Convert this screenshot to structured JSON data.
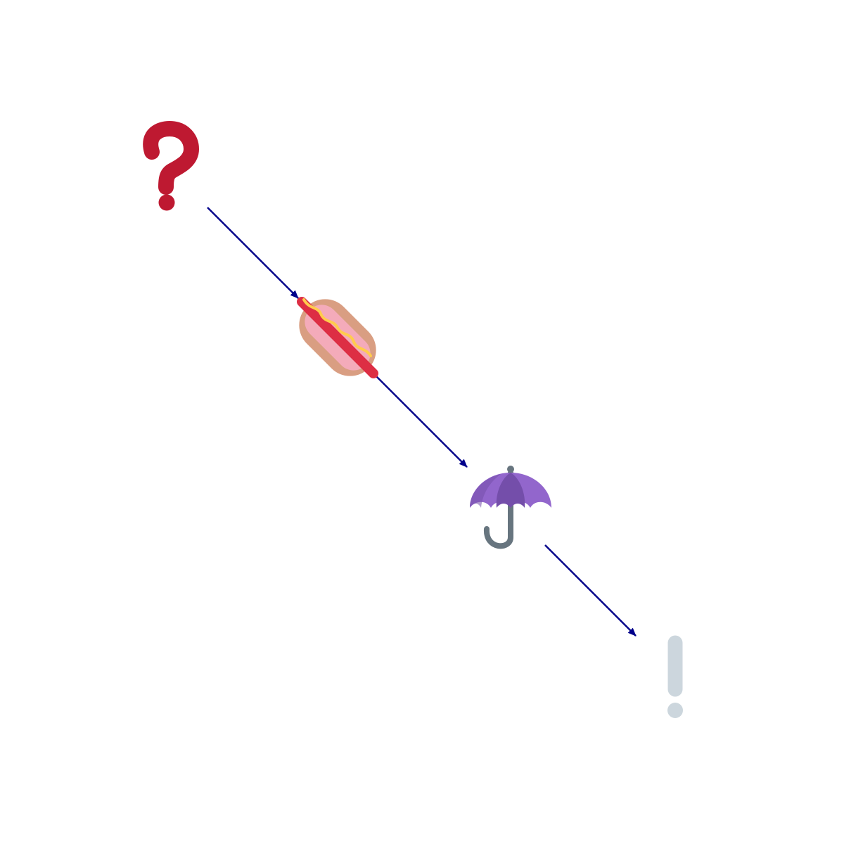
{
  "diagram": {
    "nodes": [
      {
        "id": "question",
        "icon": "red-question-mark-icon"
      },
      {
        "id": "hotdog",
        "icon": "hot-dog-icon"
      },
      {
        "id": "umbrella",
        "icon": "umbrella-icon"
      },
      {
        "id": "exclamation",
        "icon": "white-exclamation-mark-icon"
      }
    ],
    "edges": [
      {
        "from": "question",
        "to": "hotdog"
      },
      {
        "from": "hotdog",
        "to": "umbrella"
      },
      {
        "from": "umbrella",
        "to": "exclamation"
      }
    ]
  },
  "colors": {
    "background": "#ffffff",
    "arrow": "#00008b",
    "question": "#be1931",
    "bun": "#d99e82",
    "bun_light": "#f4abba",
    "sausage": "#dd2e44",
    "mustard": "#ffcc4d",
    "umbrella_dark": "#744eaa",
    "umbrella_light": "#9266cc",
    "handle": "#67757f",
    "exclamation": "#ccd6dd"
  }
}
